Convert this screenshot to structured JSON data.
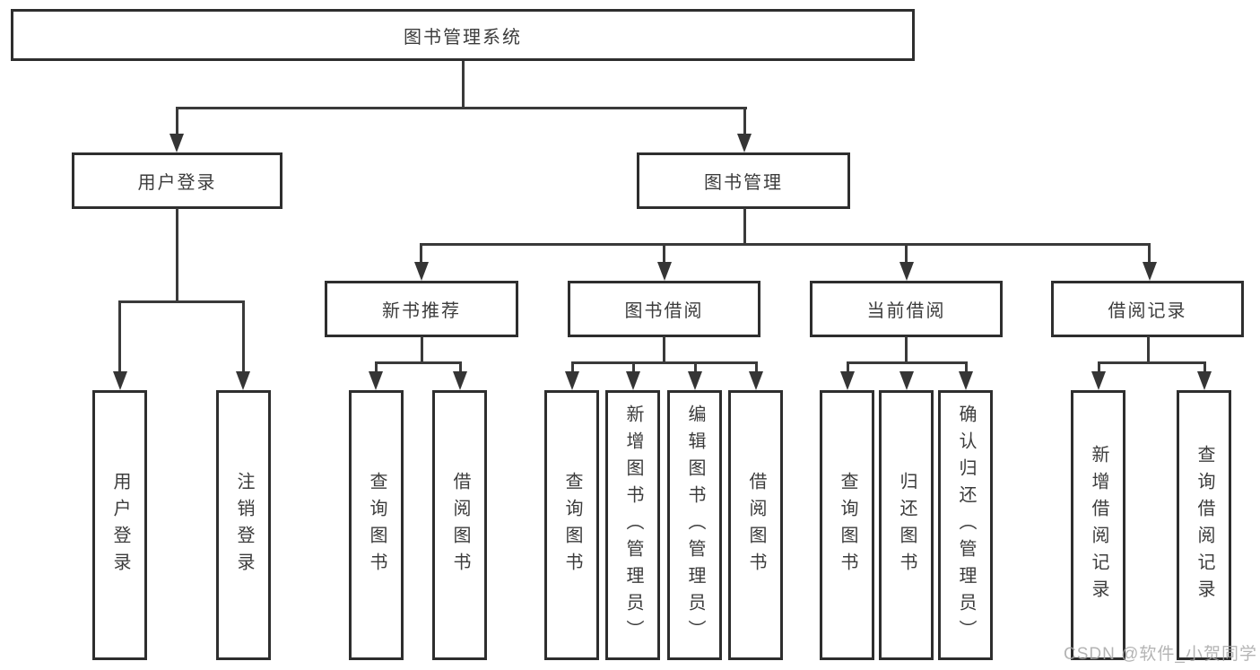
{
  "colors": {
    "background": "#ffffff",
    "box_border": "#2e2e2e",
    "connector_line": "#3a3a3a",
    "text": "#3c3c3c",
    "watermark_text": "#a8a8a8"
  },
  "root": {
    "label": "图书管理系统"
  },
  "branches": {
    "user_login": {
      "label": "用户登录",
      "children": [
        {
          "label": "用户登录"
        },
        {
          "label": "注销登录"
        }
      ]
    },
    "book_mgmt": {
      "label": "图书管理",
      "groups": [
        {
          "label": "新书推荐",
          "children": [
            {
              "label": "查询图书"
            },
            {
              "label": "借阅图书"
            }
          ]
        },
        {
          "label": "图书借阅",
          "children": [
            {
              "label": "查询图书"
            },
            {
              "label": "新增图书（管理员）"
            },
            {
              "label": "编辑图书（管理员）"
            },
            {
              "label": "借阅图书"
            }
          ]
        },
        {
          "label": "当前借阅",
          "children": [
            {
              "label": "查询图书"
            },
            {
              "label": "归还图书"
            },
            {
              "label": "确认归还（管理员）"
            }
          ]
        },
        {
          "label": "借阅记录",
          "children": [
            {
              "label": "新增借阅记录"
            },
            {
              "label": "查询借阅记录"
            }
          ]
        }
      ]
    }
  },
  "watermark": "CSDN @软件_小贺同学"
}
